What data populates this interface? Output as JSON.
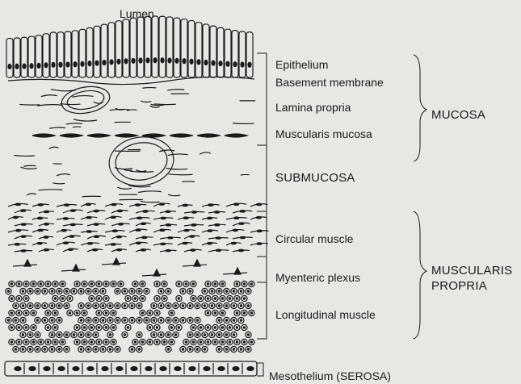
{
  "figure": {
    "lumen": "Lumen",
    "layers": {
      "epithelium": "Epithelium",
      "basement_membrane": "Basement membrane",
      "lamina_propria": "Lamina propria",
      "muscularis_mucosa": "Muscularis mucosa",
      "submucosa": "SUBMUCOSA",
      "circular_muscle": "Circular muscle",
      "myenteric_plexus": "Myenteric plexus",
      "longitudinal_muscle": "Longitudinal muscle",
      "mesothelium": "Mesothelium (SEROSA)"
    },
    "groups": {
      "mucosa": "MUCOSA",
      "muscularis_line1": "MUSCULARIS",
      "muscularis_line2": "PROPRIA"
    }
  }
}
